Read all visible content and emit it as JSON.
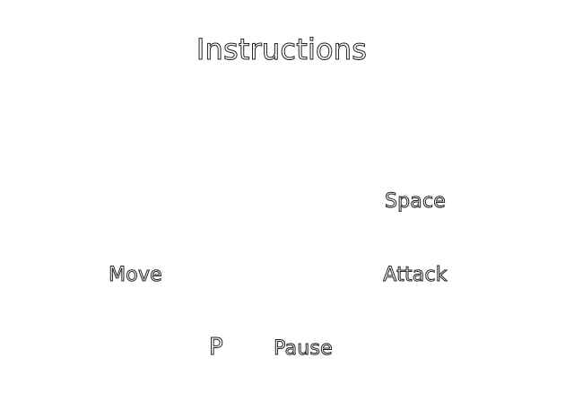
{
  "screen": {
    "title": "Instructions",
    "background": "#ffffff",
    "text_fill": "#ffffff",
    "text_outline": "#222222"
  },
  "controls": {
    "move": {
      "label": "Move"
    },
    "attack": {
      "key": "Space",
      "label": "Attack"
    },
    "pause": {
      "key": "P",
      "label": "Pause"
    }
  }
}
